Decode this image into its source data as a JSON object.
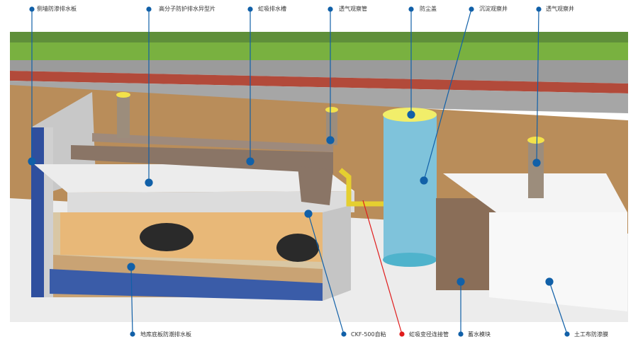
{
  "colors": {
    "callout": "#1160a8",
    "callout_red": "#e01b1b",
    "grass": "#6fae3a",
    "soil": "#b98d5a",
    "road": "#9a9a9a",
    "membrane": "#2f4f9e"
  },
  "labels": {
    "side_wall_board": "侧墙防渗排水板",
    "polymer_sheet": "高分子防护排水异型片",
    "siphon_trough": "虹吸排水槽",
    "vent_pipe": "透气观察管",
    "dust_cover": "防尘盖",
    "sediment_well": "沉淀观察井",
    "vent_well": "透气观察井",
    "garage_floor_board": "地库底板防潮排水板",
    "ckf_adhesive": "CKF-500自粘",
    "reducer_pipe": "虹吸变径连接管",
    "storage_module": "蓄水模块",
    "geotextile": "土工布防渗膜"
  }
}
